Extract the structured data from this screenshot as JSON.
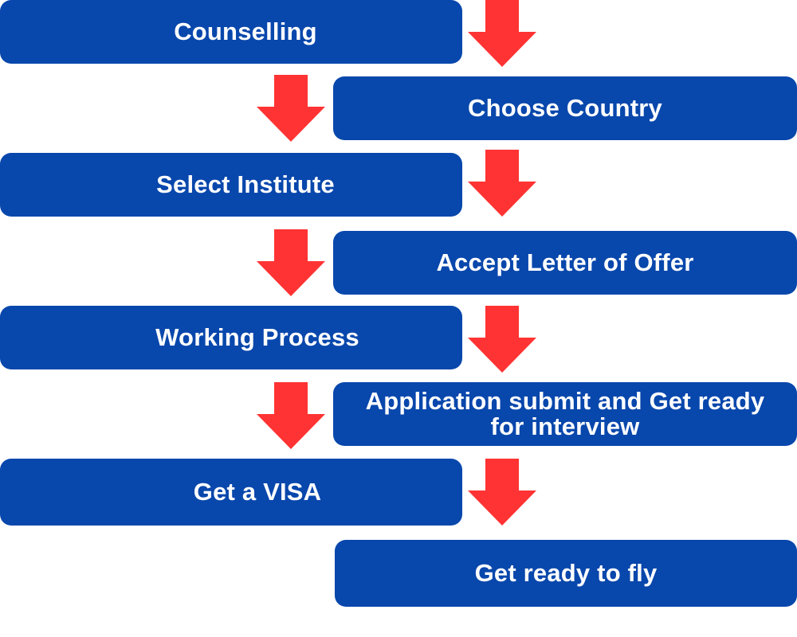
{
  "steps": [
    "Counselling",
    "Choose Country",
    "Select Institute",
    "Accept Letter of Offer",
    "Working Process",
    "Application submit and Get ready for interview",
    "Get a VISA",
    "Get ready to fly"
  ],
  "colors": {
    "box": "#0847ac",
    "arrow": "#ff3333",
    "text": "#ffffff"
  },
  "icons": {
    "arrow": "arrow-down-icon"
  }
}
